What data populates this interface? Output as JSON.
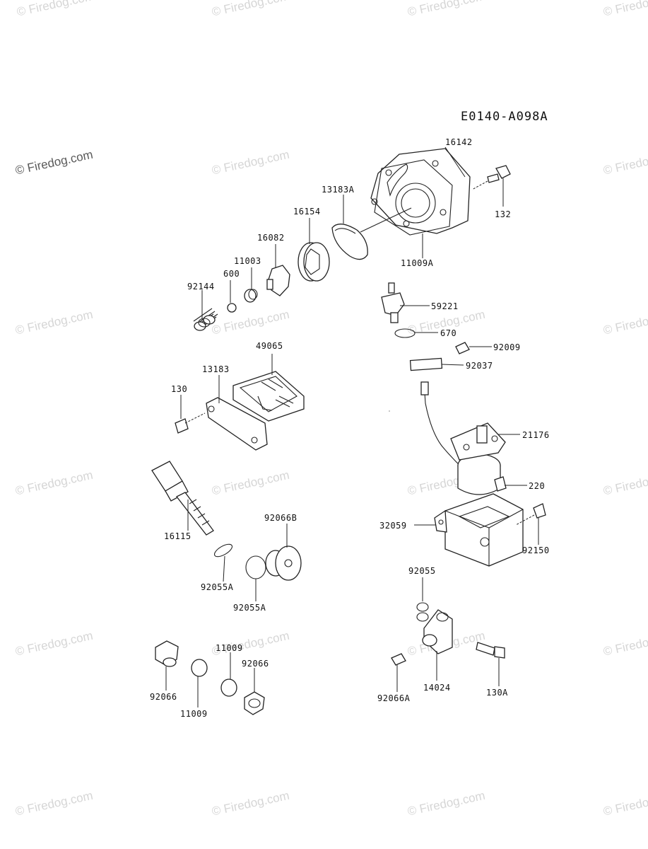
{
  "diagram_code": "E0140-A098A",
  "watermark_text": "© Firedog.com",
  "parts": {
    "p16142": "16142",
    "p132": "132",
    "p13183A": "13183A",
    "p11009A": "11009A",
    "p16154": "16154",
    "p16082": "16082",
    "p11003": "11003",
    "p600": "600",
    "p92144": "92144",
    "p59221": "59221",
    "p670": "670",
    "p92009": "92009",
    "p92037": "92037",
    "p49065": "49065",
    "p13183": "13183",
    "p130": "130",
    "p21176": "21176",
    "p220": "220",
    "p16115": "16115",
    "p92066B": "92066B",
    "p32059": "32059",
    "p92150": "92150",
    "p92055A_1": "92055A",
    "p92055A_2": "92055A",
    "p92055": "92055",
    "p11009_1": "11009",
    "p92066_1": "92066",
    "p92066_2": "92066",
    "p11009_2": "11009",
    "p92066A": "92066A",
    "p14024": "14024",
    "p130A": "130A"
  }
}
